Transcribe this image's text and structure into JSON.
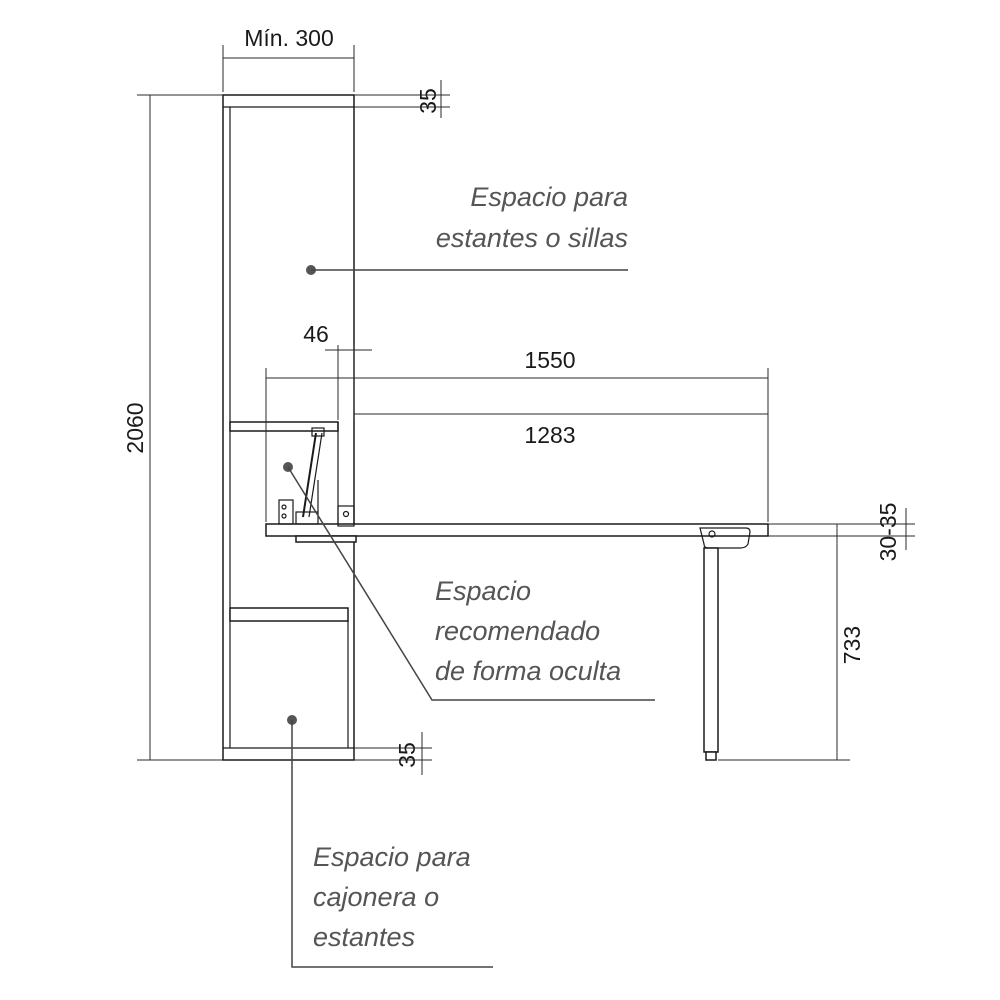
{
  "dimensions": {
    "min_width": "Mín. 300",
    "top_thickness": "35",
    "bottom_thickness": "35",
    "total_height": "2060",
    "offset": "46",
    "open_length": "1550",
    "table_length": "1283",
    "table_thickness": "30-35",
    "table_height": "733"
  },
  "notes": {
    "upper_space": [
      "Espacio para",
      "estantes o sillas"
    ],
    "hidden_space": [
      "Espacio",
      "recomendado",
      "de forma oculta"
    ],
    "lower_space": [
      "Espacio para",
      "cajonera o",
      "estantes"
    ]
  }
}
